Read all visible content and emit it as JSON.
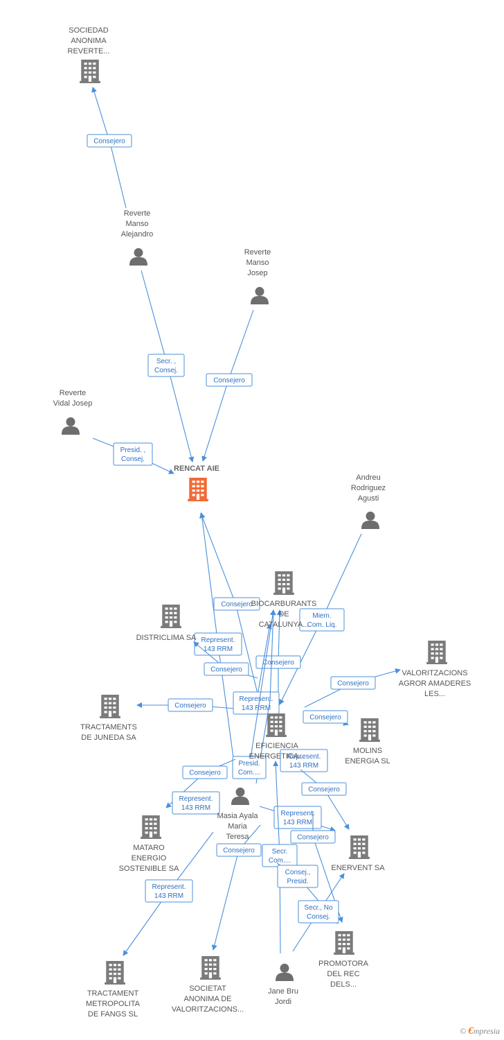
{
  "colors": {
    "company": "#7b7b7b",
    "focus_company": "#f26a35",
    "person": "#6e6e6e",
    "edge": "#4a8fdb",
    "edge_text": "#2f6fc2"
  },
  "nodes": [
    {
      "id": "sociedad",
      "type": "company",
      "icon": "building-icon",
      "lines": [
        "SOCIEDAD",
        "ANONIMA",
        "REVERTE..."
      ]
    },
    {
      "id": "alejandro",
      "type": "person",
      "icon": "person-icon",
      "lines": [
        "Reverte",
        "Manso",
        "Alejandro"
      ]
    },
    {
      "id": "josep_rm",
      "type": "person",
      "icon": "person-icon",
      "lines": [
        "Reverte",
        "Manso",
        "Josep"
      ]
    },
    {
      "id": "vidal",
      "type": "person",
      "icon": "person-icon",
      "lines": [
        "Reverte",
        "Vidal Josep"
      ]
    },
    {
      "id": "rencat",
      "type": "focus",
      "icon": "building-icon",
      "lines": [
        "RENCAT AIE"
      ]
    },
    {
      "id": "andreu",
      "type": "person",
      "icon": "person-icon",
      "lines": [
        "Andreu",
        "Rodriguez",
        "Agusti"
      ]
    },
    {
      "id": "biocarb",
      "type": "company",
      "icon": "building-icon",
      "lines": [
        "BIOCARBURANTS",
        "DE",
        "CATALUNYA..."
      ]
    },
    {
      "id": "districlima",
      "type": "company",
      "icon": "building-icon",
      "lines": [
        "DISTRICLIMA SA"
      ]
    },
    {
      "id": "valorag",
      "type": "company",
      "icon": "building-icon",
      "lines": [
        "VALORITZACIONS",
        "AGROR AMADERES",
        "LES..."
      ]
    },
    {
      "id": "tractjun",
      "type": "company",
      "icon": "building-icon",
      "lines": [
        "TRACTAMENTS",
        "DE JUNEDA SA"
      ]
    },
    {
      "id": "eficiencia",
      "type": "company",
      "icon": "building-icon",
      "lines": [
        "EFICIENCIA",
        "ENERGETICA..."
      ]
    },
    {
      "id": "molins",
      "type": "company",
      "icon": "building-icon",
      "lines": [
        "MOLINS",
        "ENERGIA SL"
      ]
    },
    {
      "id": "masia",
      "type": "person",
      "icon": "person-icon",
      "lines": [
        "Masia Ayala",
        "Maria",
        "Teresa"
      ]
    },
    {
      "id": "mataro",
      "type": "company",
      "icon": "building-icon",
      "lines": [
        "MATARO",
        "ENERGIO",
        "SOSTENIBLE SA"
      ]
    },
    {
      "id": "enervent",
      "type": "company",
      "icon": "building-icon",
      "lines": [
        "ENERVENT SA"
      ]
    },
    {
      "id": "tractmet",
      "type": "company",
      "icon": "building-icon",
      "lines": [
        "TRACTAMENT",
        "METROPOLITA",
        "DE FANGS SL"
      ]
    },
    {
      "id": "societat",
      "type": "company",
      "icon": "building-icon",
      "lines": [
        "SOCIETAT",
        "ANONIMA DE",
        "VALORITZACIONS..."
      ]
    },
    {
      "id": "jane",
      "type": "person",
      "icon": "person-icon",
      "lines": [
        "Jane Bru",
        "Jordi"
      ]
    },
    {
      "id": "promotora",
      "type": "company",
      "icon": "building-icon",
      "lines": [
        "PROMOTORA",
        "DEL REC",
        "DELS..."
      ]
    }
  ],
  "edges": [
    {
      "id": "e1",
      "lines": [
        "Consejero"
      ]
    },
    {
      "id": "e2",
      "lines": [
        "Secr. ,",
        "Consej."
      ]
    },
    {
      "id": "e3",
      "lines": [
        "Consejero"
      ]
    },
    {
      "id": "e4",
      "lines": [
        "Presid. ,",
        "Consej."
      ]
    },
    {
      "id": "e5",
      "lines": [
        "Consejero"
      ]
    },
    {
      "id": "e6",
      "lines": [
        "Miem.",
        "Com. Liq."
      ]
    },
    {
      "id": "e7",
      "lines": [
        "Represent.",
        "143 RRM"
      ]
    },
    {
      "id": "e8",
      "lines": [
        "Consejero"
      ]
    },
    {
      "id": "e9",
      "lines": [
        "Consejero"
      ]
    },
    {
      "id": "e10",
      "lines": [
        "Consejero"
      ]
    },
    {
      "id": "e11",
      "lines": [
        "Represent.",
        "143 RRM"
      ]
    },
    {
      "id": "e12",
      "lines": [
        "Consejero"
      ]
    },
    {
      "id": "e13",
      "lines": [
        "Consejero"
      ]
    },
    {
      "id": "e14",
      "lines": [
        "Represent.",
        "143 RRM"
      ]
    },
    {
      "id": "e15",
      "lines": [
        "Presid.",
        "Com...."
      ]
    },
    {
      "id": "e16",
      "lines": [
        "Consejero"
      ]
    },
    {
      "id": "e17",
      "lines": [
        "Represent.",
        "143 RRM"
      ]
    },
    {
      "id": "e18",
      "lines": [
        "Consejero"
      ]
    },
    {
      "id": "e19",
      "lines": [
        "Represent.",
        "143 RRM"
      ]
    },
    {
      "id": "e20",
      "lines": [
        "Consejero"
      ]
    },
    {
      "id": "e21",
      "lines": [
        "Consejero"
      ]
    },
    {
      "id": "e22",
      "lines": [
        "Secr.",
        "Com...."
      ]
    },
    {
      "id": "e23",
      "lines": [
        "Consej.,",
        "Presid."
      ]
    },
    {
      "id": "e24",
      "lines": [
        "Represent.",
        "143 RRM"
      ]
    },
    {
      "id": "e25",
      "lines": [
        "Secr., No",
        "Consej."
      ]
    }
  ],
  "brand": {
    "copyright": "©",
    "e": "€",
    "name": "mpresia"
  }
}
